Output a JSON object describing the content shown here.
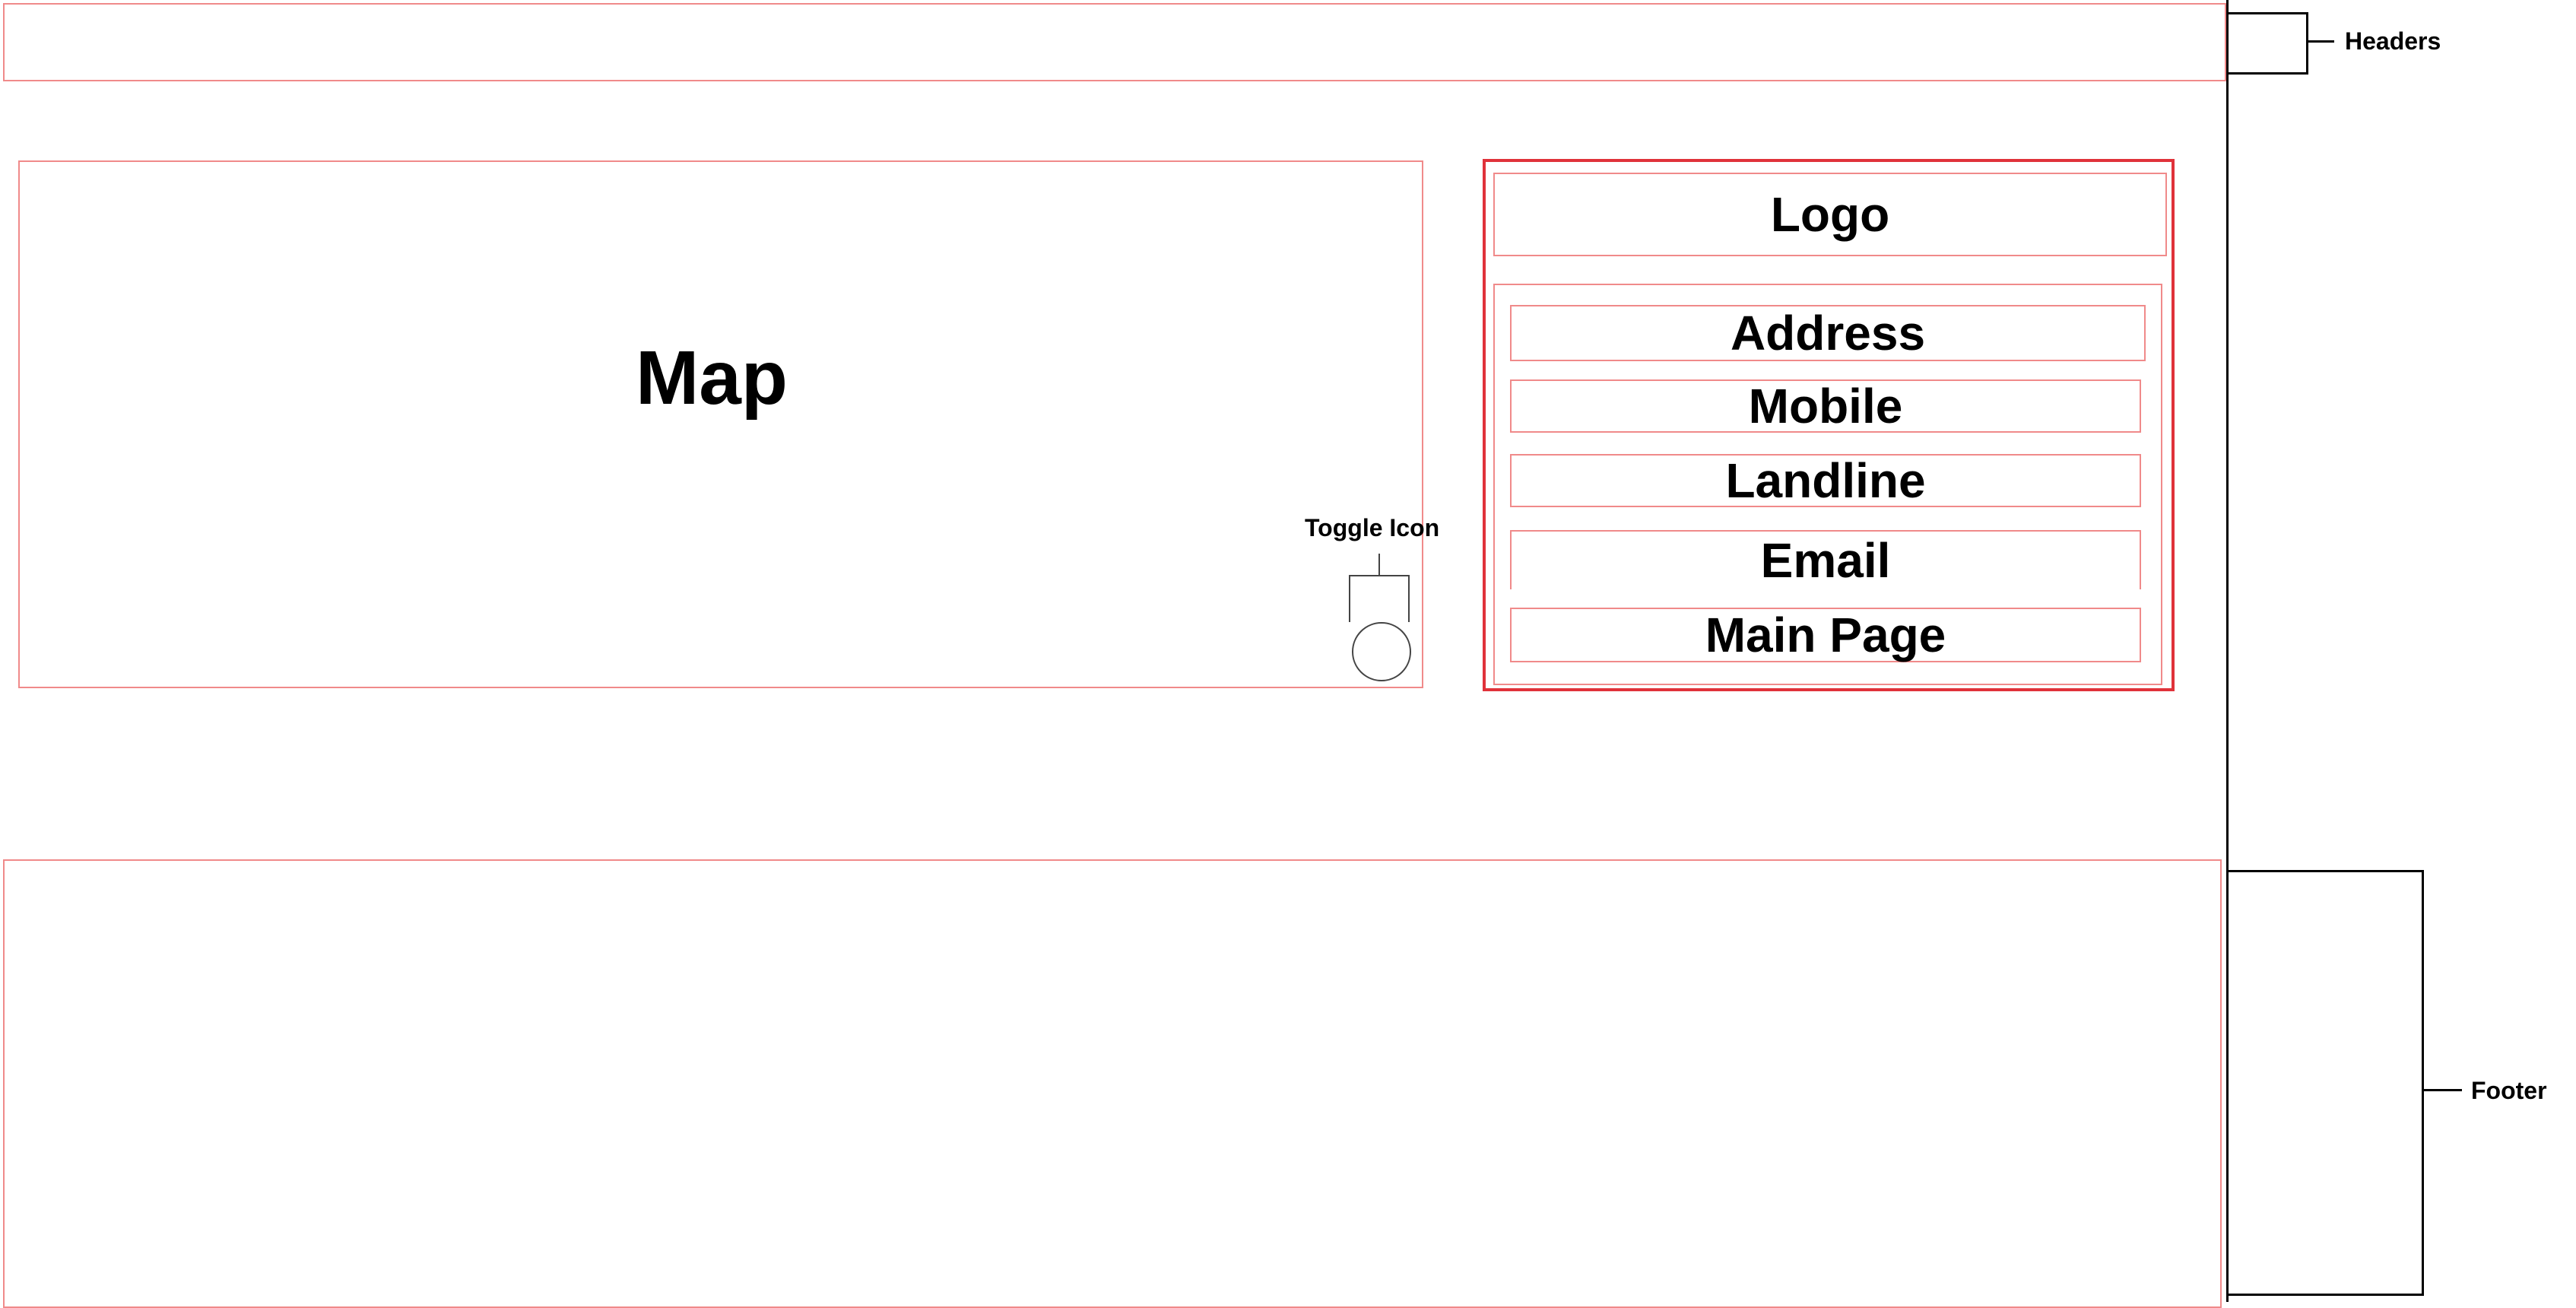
{
  "map": {
    "label": "Map",
    "toggle_label": "Toggle Icon"
  },
  "info_panel": {
    "logo": "Logo",
    "items": [
      {
        "label": "Address"
      },
      {
        "label": "Mobile"
      },
      {
        "label": "Landline"
      },
      {
        "label": "Email"
      },
      {
        "label": "Main Page"
      }
    ]
  },
  "annotations": {
    "headers": "Headers",
    "footer": "Footer"
  },
  "colors": {
    "outline": "#f08a8a",
    "panel_outline": "#e0323a",
    "text": "#000000",
    "background": "#ffffff"
  }
}
